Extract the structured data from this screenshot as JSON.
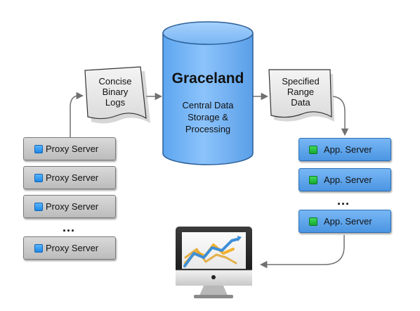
{
  "diagram": {
    "database": {
      "title": "Graceland",
      "subtitle_lines": [
        "Central Data",
        "Storage &",
        "Processing"
      ]
    },
    "left_document": {
      "lines": [
        "Concise",
        "Binary",
        "Logs"
      ]
    },
    "right_document": {
      "lines": [
        "Specified",
        "Range",
        "Data"
      ]
    },
    "proxy_servers": [
      {
        "label": "Proxy Server"
      },
      {
        "label": "Proxy Server"
      },
      {
        "label": "Proxy Server"
      },
      {
        "label": "Proxy Server"
      }
    ],
    "app_servers": [
      {
        "label": "App. Server"
      },
      {
        "label": "App. Server"
      },
      {
        "label": "App. Server"
      }
    ],
    "ellipsis": "...",
    "colors": {
      "database_fill": "#74b5f7",
      "proxy_fill": "#c9c9c9",
      "proxy_icon": "#2b8ff0",
      "app_fill": "#5ea6ee",
      "app_icon": "#22c03c",
      "connector": "#707070"
    }
  }
}
